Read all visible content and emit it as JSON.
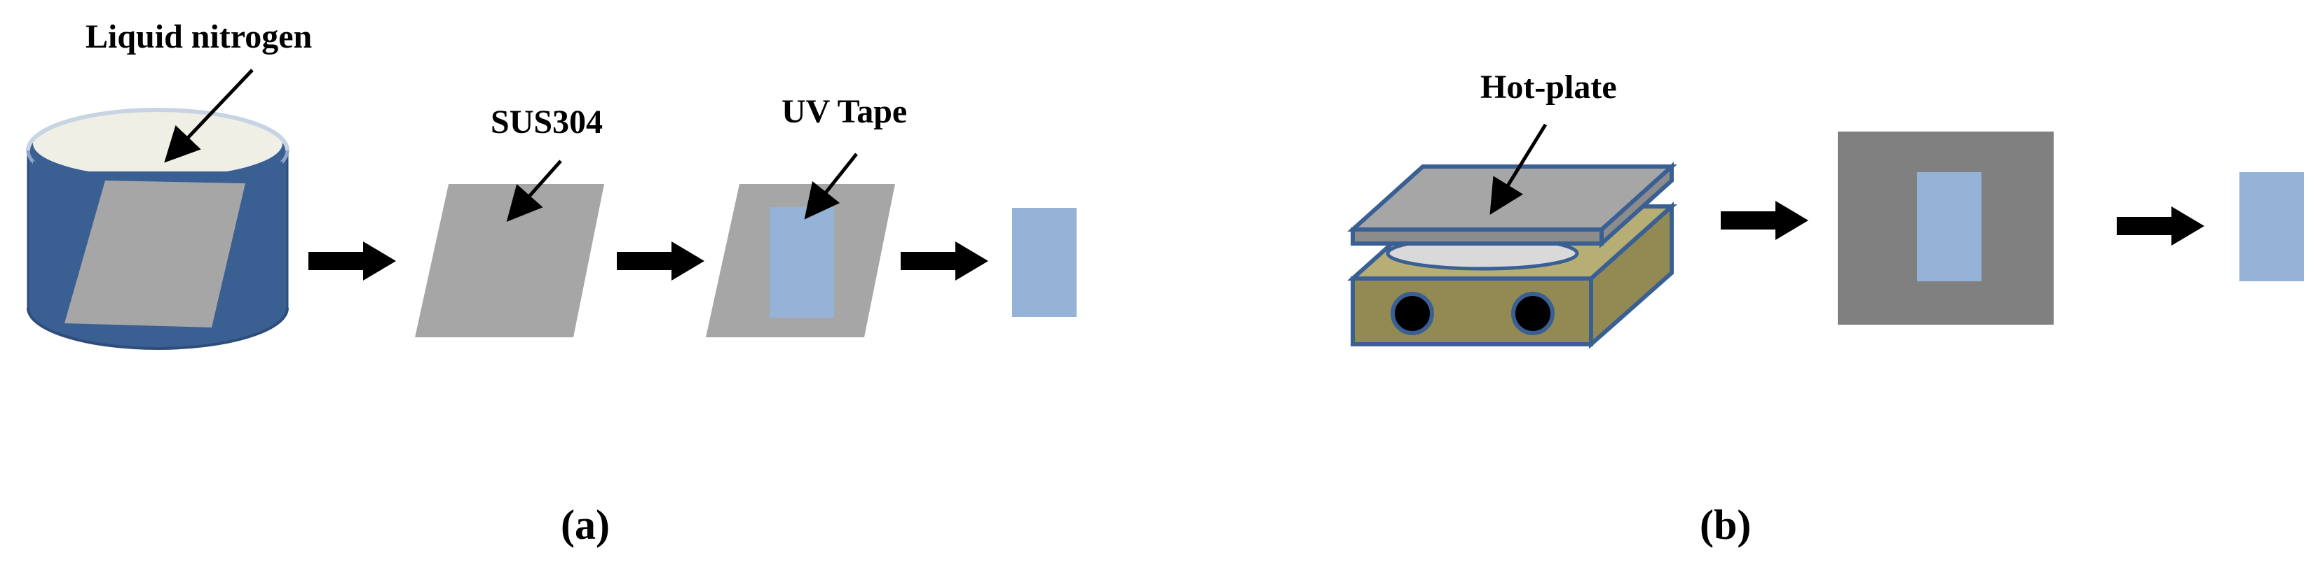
{
  "panel_a": {
    "caption": "(a)",
    "labels": {
      "liquid_nitrogen": "Liquid nitrogen",
      "sus304": "SUS304",
      "uv_tape": "UV Tape"
    }
  },
  "panel_b": {
    "caption": "(b)",
    "labels": {
      "hot_plate": "Hot-plate"
    }
  },
  "colors": {
    "liquid_blue": "#3a5f93",
    "container_rim": "#f0efe6",
    "steel_gray": "#a6a6a6",
    "uv_tape_blue": "#95b3d7",
    "hotplate_base": "#938953",
    "hotplate_top": "#8c8c8c",
    "hotplate_outline": "#3a5f93",
    "dark_square": "#808080",
    "arrow": "#000000"
  },
  "icons": {
    "process_arrow": "right-arrow-icon",
    "pointer_arrow": "pointer-arrow-icon"
  }
}
